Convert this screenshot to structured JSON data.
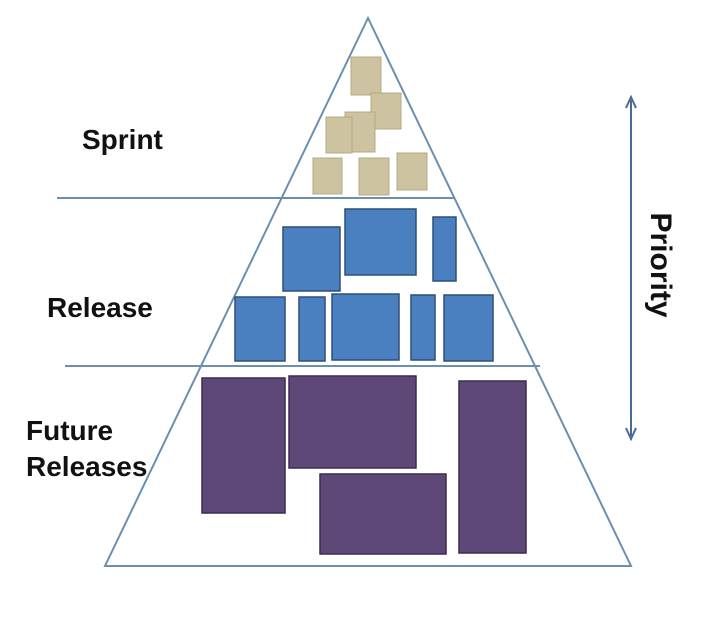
{
  "labels": {
    "sprint": "Sprint",
    "release": "Release",
    "future_line1": "Future",
    "future_line2": "Releases",
    "priority": "Priority"
  },
  "colors": {
    "outline": "#6a8fb0",
    "sprint_block": "#cdc3a0",
    "release_block": "#4a80bf",
    "release_border": "#2c4f7a",
    "future_block": "#5e4878",
    "future_border": "#3c2c52",
    "arrow": "#4a6a96"
  }
}
